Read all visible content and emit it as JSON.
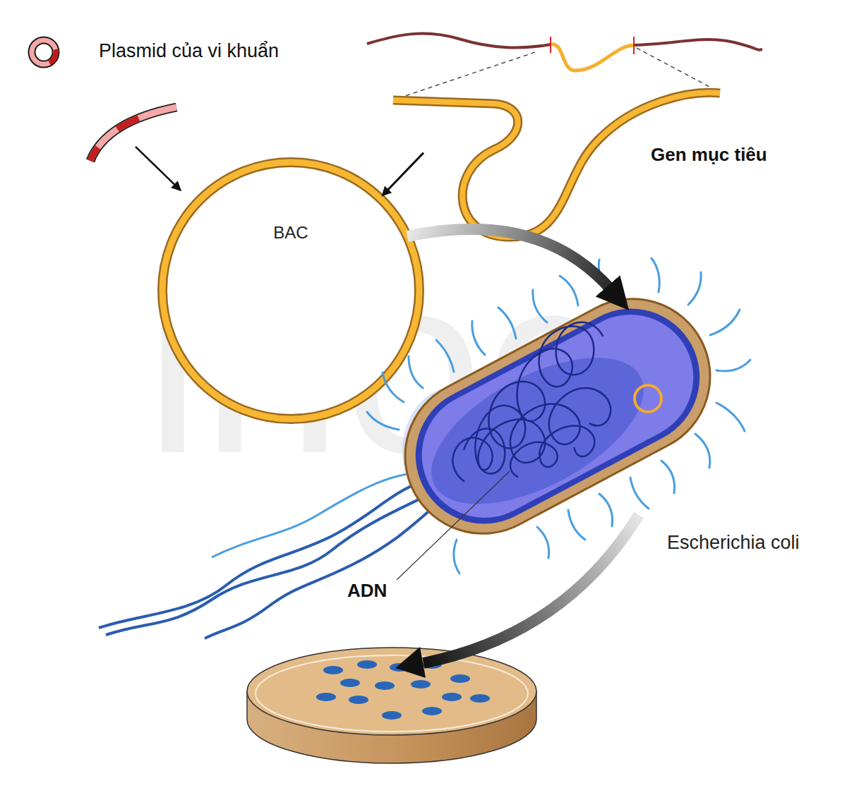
{
  "diagram": {
    "nodes": [
      {
        "text": [
          "Gen mục tiêu"
        ]
      },
      {
        "text": [
          "BAC"
        ]
      },
      {
        "text": [
          "Escherichia coli"
        ]
      }
    ],
    "edges": [
      {
        "from": 0,
        "to": 1,
        "arrow": "to"
      },
      {
        "from": 1,
        "to": 2,
        "arrow": "to"
      }
    ],
    "labels": [
      "ihoc",
      "ADN"
    ],
    "legend": [
      {
        "text": "Plasmid của vi khuẩn"
      }
    ]
  }
}
